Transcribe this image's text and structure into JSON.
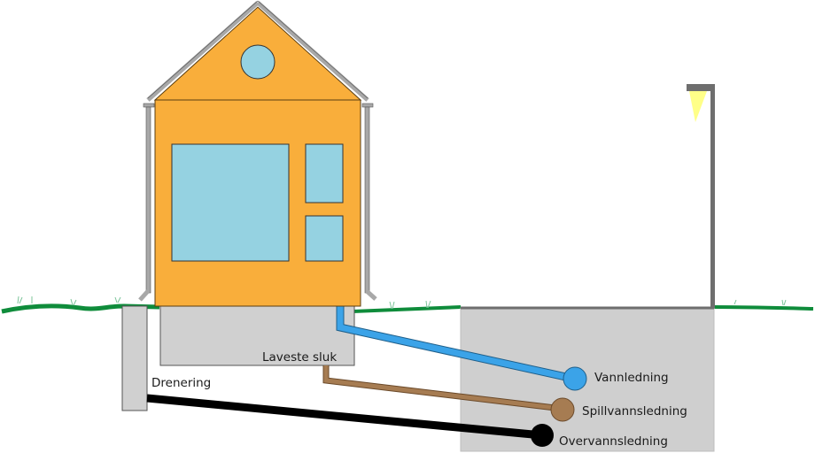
{
  "diagram": {
    "type": "house-drainage-cross-section",
    "language": "Norwegian",
    "labels": {
      "lowest_drain": "Laveste sluk",
      "drainage": "Drenering",
      "water_pipe": "Vannledning",
      "wastewater_pipe": "Spillvannsledning",
      "stormwater_pipe": "Overvannsledning"
    },
    "colors": {
      "house_wall": "#F9AE3B",
      "window": "#95D2E1",
      "roof_edge": "#A8A8A8",
      "foundation": "#D0D0D0",
      "grass": "#0F8C3B",
      "water_pipe": "#3BA3E8",
      "wastewater_pipe": "#A67C52",
      "stormwater_pipe": "#000000",
      "street_lamp": "#666666",
      "lamp_light": "#FFFF88",
      "road_block": "#CFCFCF"
    }
  }
}
